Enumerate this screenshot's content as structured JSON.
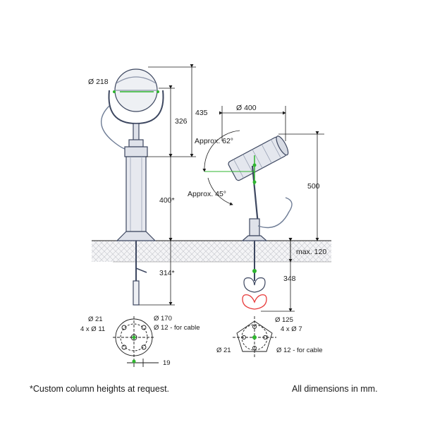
{
  "dimensions": {
    "left_lamp_diameter": "Ø 218",
    "left_height_total": "435",
    "left_height_head": "326",
    "column_height": "400*",
    "buried_depth": "314*",
    "right_lamp_diameter": "Ø 400",
    "tilt_up": "Approx. 62°",
    "tilt_down": "Approx. 45°",
    "right_height": "500",
    "max_depth": "max. 120",
    "right_buried": "348"
  },
  "left_base": {
    "bolt_diameter": "Ø 21",
    "holes": "4 x Ø 11",
    "circle_diameter": "Ø 170",
    "cable_hole": "Ø 12 - for cable",
    "offset": "19"
  },
  "right_base": {
    "circle_diameter": "Ø 125",
    "holes": "4 x Ø 7",
    "bolt_diameter": "Ø 21",
    "cable_hole": "Ø 12 - for cable"
  },
  "footer": {
    "note": "*Custom column heights at request.",
    "units": "All dimensions in mm."
  },
  "colors": {
    "line": "#1a1a1a",
    "steel": "#6f7d96",
    "green": "#2fb52f",
    "red": "#e83a3a",
    "ground": "#c9cbd0"
  }
}
